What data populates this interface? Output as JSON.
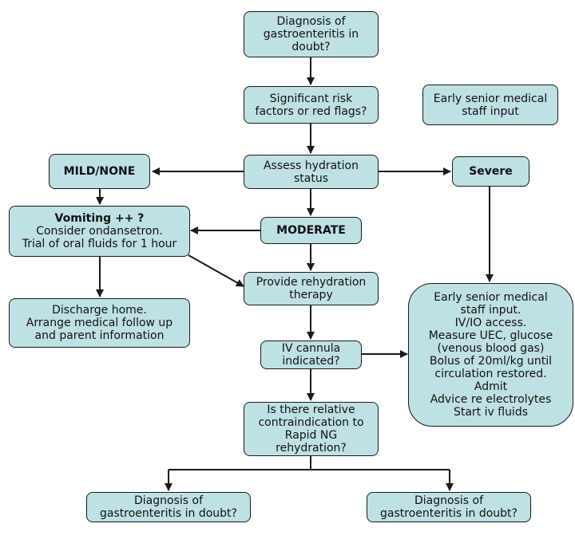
{
  "colors": {
    "node_fill": "#bfe1e3",
    "stroke": "#1a1a1a"
  },
  "nodes": {
    "n1": {
      "lines": [
        "Diagnosis of",
        "gastroenteritis in",
        "doubt?"
      ]
    },
    "n2": {
      "lines": [
        "Significant risk",
        "factors or red flags?"
      ]
    },
    "n3": {
      "lines": [
        "Early senior medical",
        "staff input"
      ]
    },
    "n4": {
      "lines": [
        "Assess hydration",
        "status"
      ]
    },
    "n5": {
      "lines": [
        "MILD/NONE"
      ]
    },
    "n6": {
      "lines": [
        "Severe"
      ]
    },
    "n7": {
      "title": "Vomiting ++ ?",
      "lines": [
        "Consider ondansetron.",
        "Trial of oral fluids for 1 hour"
      ]
    },
    "n8": {
      "lines": [
        "MODERATE"
      ]
    },
    "n9": {
      "lines": [
        "Provide rehydration",
        "therapy"
      ]
    },
    "n10": {
      "lines": [
        "Discharge home.",
        "Arrange medical follow up",
        "and parent information"
      ]
    },
    "n11": {
      "lines": [
        "Early senior medical",
        "staff input.",
        "IV/IO access.",
        "Measure UEC, glucose",
        "(venous blood gas)",
        "Bolus of 20ml/kg until",
        "circulation restored.",
        "Admit",
        "Advice re electrolytes",
        "Start iv fluids"
      ]
    },
    "n12": {
      "lines": [
        "IV cannula",
        "indicated?"
      ]
    },
    "n13": {
      "lines": [
        "Is there relative",
        "contraindication to",
        "Rapid NG",
        "rehydration?"
      ]
    },
    "n14": {
      "lines": [
        "Diagnosis of",
        "gastroenteritis in doubt?"
      ]
    },
    "n15": {
      "lines": [
        "Diagnosis of",
        "gastroenteritis in doubt?"
      ]
    }
  }
}
